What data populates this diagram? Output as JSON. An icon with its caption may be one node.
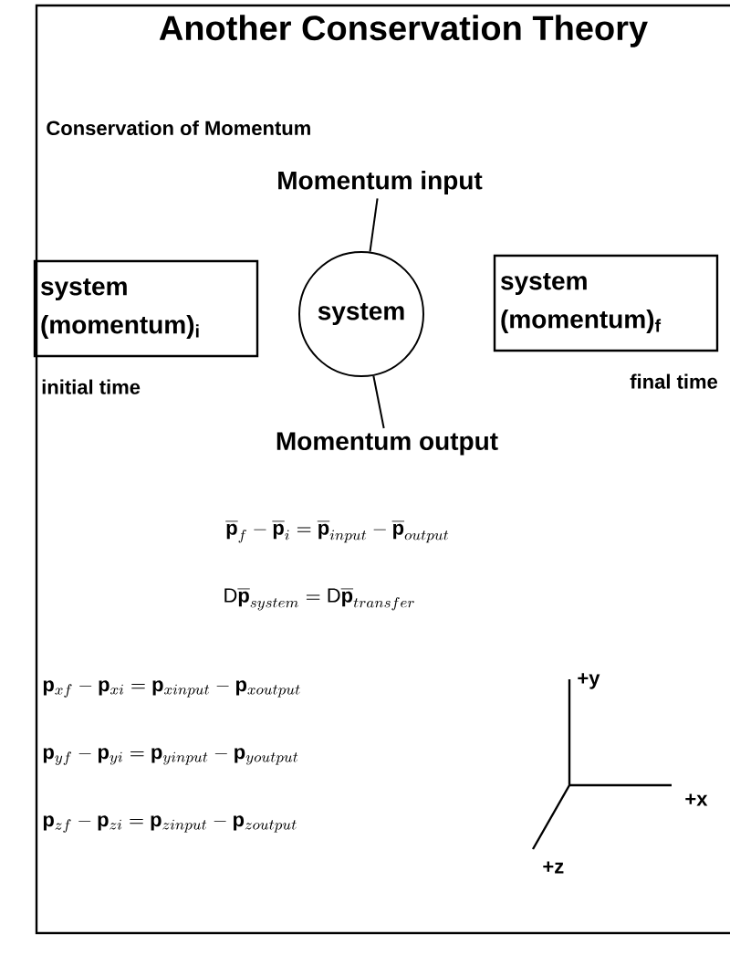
{
  "diagram": {
    "title": "Another Conservation Theory",
    "nodes": [
      {
        "text": [
          "Momentum input"
        ]
      },
      {
        "text": [
          "system"
        ]
      },
      {
        "text": [
          "Momentum output"
        ]
      },
      {
        "text": [
          "system",
          "(momentum)$_{i}$"
        ],
        "beside": [
          "initial time"
        ]
      },
      {
        "text": [
          "system",
          "(momentum)$_{f}$"
        ],
        "beside": [
          "final time"
        ]
      }
    ],
    "edges": [
      {
        "from": 0,
        "to": 1,
        "arrow": "none"
      },
      {
        "from": 1,
        "to": 2,
        "arrow": "none"
      }
    ],
    "labels": [
      "Conservation of Momentum",
      "\\overline{\\mathbf{p}}_{f} - \\overline{\\mathbf{p}}_{i} = \\overline{\\mathbf{p}}_{input} - \\overline{\\mathbf{p}}_{output}",
      "\\mathrm{D}\\overline{\\mathbf{p}}_{system} = \\mathrm{D}\\overline{\\mathbf{p}}_{transfer}",
      "\\mathbf{p}_{xf} - \\mathbf{p}_{xi} = \\mathbf{p}_{xinput} - \\mathbf{p}_{xoutput}",
      "\\mathbf{p}_{yf} - \\mathbf{p}_{yi} = \\mathbf{p}_{yinput} - \\mathbf{p}_{youtput}",
      "\\mathbf{p}_{zf} - \\mathbf{p}_{zi} = \\mathbf{p}_{zinput} - \\mathbf{p}_{zoutput}",
      "+y",
      "+x",
      "+z"
    ]
  }
}
